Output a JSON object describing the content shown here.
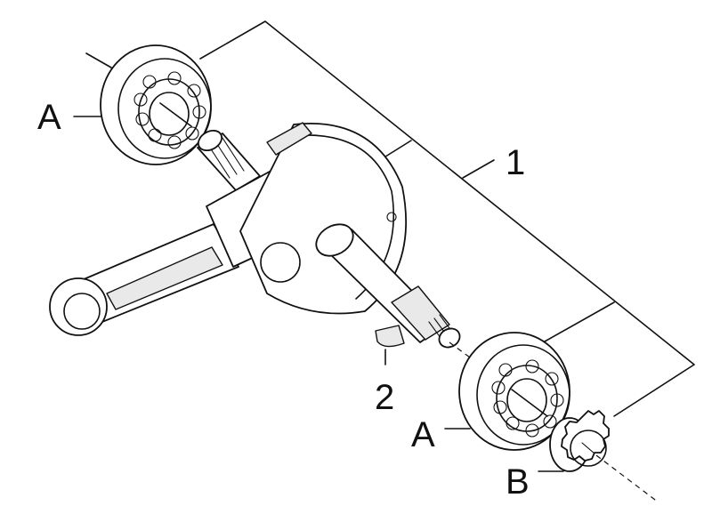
{
  "callouts": {
    "assembly": "1",
    "key": "2",
    "bearing_top": "A",
    "bearing_bottom": "A",
    "gear": "B"
  },
  "colors": {
    "line": "#111111",
    "background": "#ffffff",
    "shade": "#e9e9e9"
  }
}
